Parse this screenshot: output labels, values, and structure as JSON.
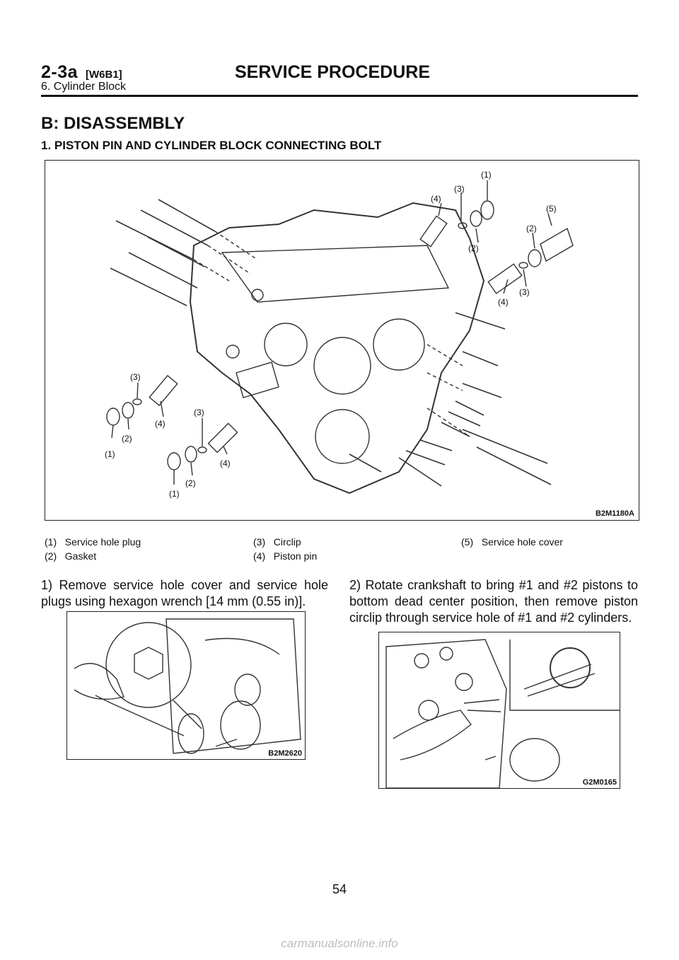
{
  "header": {
    "section_code": "2-3a",
    "model_tag": "[W6B1]",
    "title": "SERVICE PROCEDURE",
    "subtitle": "6. Cylinder Block"
  },
  "section": {
    "title": "B: DISASSEMBLY",
    "subtitle": "1. PISTON PIN AND CYLINDER BLOCK CONNECTING BOLT"
  },
  "figure_main": {
    "code": "B2M1180A",
    "callouts": [
      "(1)",
      "(2)",
      "(3)",
      "(4)",
      "(5)"
    ]
  },
  "legend": [
    {
      "num": "(1)",
      "text": "Service hole plug"
    },
    {
      "num": "(2)",
      "text": "Gasket"
    },
    {
      "num": "(3)",
      "text": "Circlip"
    },
    {
      "num": "(4)",
      "text": "Piston pin"
    },
    {
      "num": "(5)",
      "text": "Service hole cover"
    }
  ],
  "steps": [
    {
      "text": "1) Remove service hole cover and service hole plugs using hexagon wrench [14 mm (0.55 in)].",
      "figure_code": "B2M2620"
    },
    {
      "text": "2) Rotate crankshaft to bring #1 and #2 pistons to bottom dead center position, then remove piston circlip through service hole of #1 and #2 cylinders.",
      "figure_code": "G2M0165"
    }
  ],
  "page_number": "54",
  "watermark": "carmanualsonline.info"
}
